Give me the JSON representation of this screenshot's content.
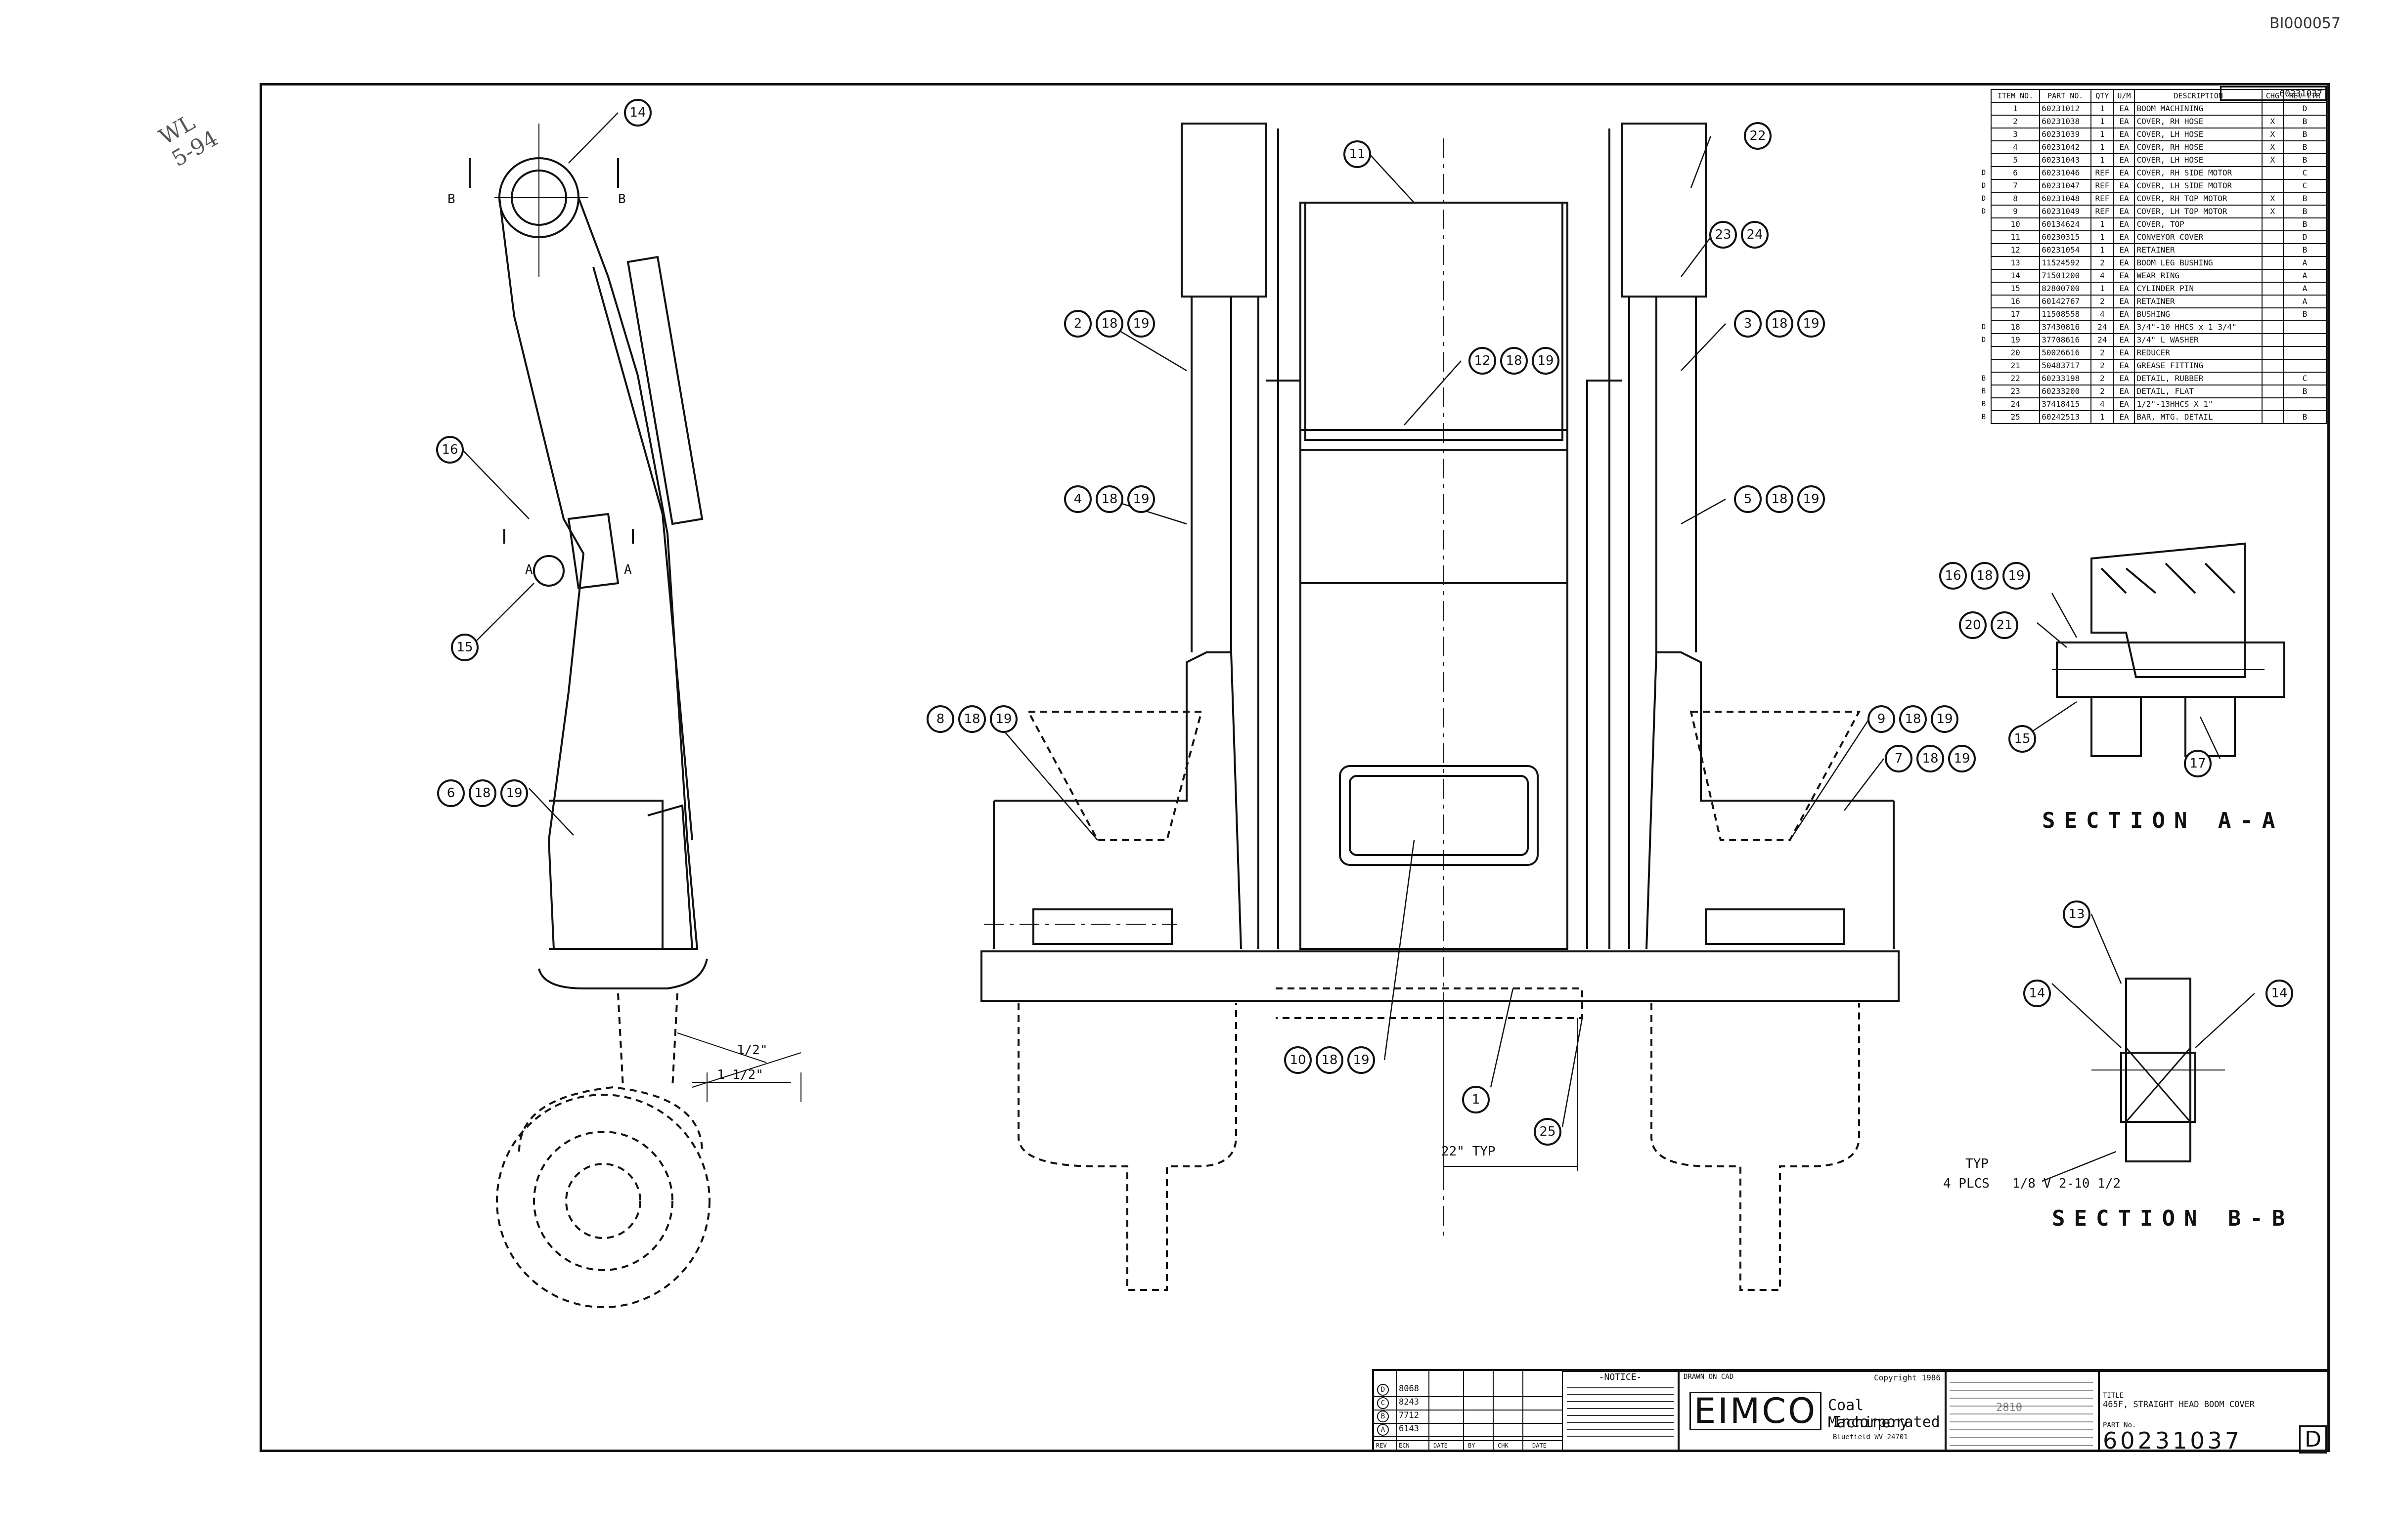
{
  "doc_id": "BI000057",
  "handwritten_note": "WL 5-94",
  "part_number": "60231037",
  "bom": {
    "headers": [
      "ITEM NO.",
      "PART NO.",
      "QTY",
      "U/M",
      "DESCRIPTION",
      "CHG",
      "REV LTR"
    ],
    "rows": [
      {
        "rev": "",
        "item": "1",
        "part": "60231012",
        "qty": "1",
        "um": "EA",
        "desc": "BOOM MACHINING",
        "chg": "",
        "ltr": "D"
      },
      {
        "rev": "",
        "item": "2",
        "part": "60231038",
        "qty": "1",
        "um": "EA",
        "desc": "COVER, RH HOSE",
        "chg": "X",
        "ltr": "B"
      },
      {
        "rev": "",
        "item": "3",
        "part": "60231039",
        "qty": "1",
        "um": "EA",
        "desc": "COVER, LH HOSE",
        "chg": "X",
        "ltr": "B"
      },
      {
        "rev": "",
        "item": "4",
        "part": "60231042",
        "qty": "1",
        "um": "EA",
        "desc": "COVER, RH HOSE",
        "chg": "X",
        "ltr": "B"
      },
      {
        "rev": "",
        "item": "5",
        "part": "60231043",
        "qty": "1",
        "um": "EA",
        "desc": "COVER, LH HOSE",
        "chg": "X",
        "ltr": "B"
      },
      {
        "rev": "D",
        "item": "6",
        "part": "60231046",
        "qty": "REF",
        "um": "EA",
        "desc": "COVER, RH SIDE MOTOR",
        "chg": "",
        "ltr": "C"
      },
      {
        "rev": "D",
        "item": "7",
        "part": "60231047",
        "qty": "REF",
        "um": "EA",
        "desc": "COVER, LH SIDE MOTOR",
        "chg": "",
        "ltr": "C"
      },
      {
        "rev": "D",
        "item": "8",
        "part": "60231048",
        "qty": "REF",
        "um": "EA",
        "desc": "COVER, RH TOP MOTOR",
        "chg": "X",
        "ltr": "B"
      },
      {
        "rev": "D",
        "item": "9",
        "part": "60231049",
        "qty": "REF",
        "um": "EA",
        "desc": "COVER, LH TOP MOTOR",
        "chg": "X",
        "ltr": "B"
      },
      {
        "rev": "",
        "item": "10",
        "part": "60134624",
        "qty": "1",
        "um": "EA",
        "desc": "COVER, TOP",
        "chg": "",
        "ltr": "B"
      },
      {
        "rev": "",
        "item": "11",
        "part": "60230315",
        "qty": "1",
        "um": "EA",
        "desc": "CONVEYOR COVER",
        "chg": "",
        "ltr": "D"
      },
      {
        "rev": "",
        "item": "12",
        "part": "60231054",
        "qty": "1",
        "um": "EA",
        "desc": "RETAINER",
        "chg": "",
        "ltr": "B"
      },
      {
        "rev": "",
        "item": "13",
        "part": "11524592",
        "qty": "2",
        "um": "EA",
        "desc": "BOOM LEG BUSHING",
        "chg": "",
        "ltr": "A"
      },
      {
        "rev": "",
        "item": "14",
        "part": "71501200",
        "qty": "4",
        "um": "EA",
        "desc": "WEAR RING",
        "chg": "",
        "ltr": "A"
      },
      {
        "rev": "",
        "item": "15",
        "part": "82800700",
        "qty": "1",
        "um": "EA",
        "desc": "CYLINDER PIN",
        "chg": "",
        "ltr": "A"
      },
      {
        "rev": "",
        "item": "16",
        "part": "60142767",
        "qty": "2",
        "um": "EA",
        "desc": "RETAINER",
        "chg": "",
        "ltr": "A"
      },
      {
        "rev": "",
        "item": "17",
        "part": "11508558",
        "qty": "4",
        "um": "EA",
        "desc": "BUSHING",
        "chg": "",
        "ltr": "B"
      },
      {
        "rev": "D",
        "item": "18",
        "part": "37430816",
        "qty": "24",
        "um": "EA",
        "desc": "3/4\"-10 HHCS x 1 3/4\"",
        "chg": "",
        "ltr": ""
      },
      {
        "rev": "D",
        "item": "19",
        "part": "37708616",
        "qty": "24",
        "um": "EA",
        "desc": "3/4\" L WASHER",
        "chg": "",
        "ltr": ""
      },
      {
        "rev": "",
        "item": "20",
        "part": "50026616",
        "qty": "2",
        "um": "EA",
        "desc": "REDUCER",
        "chg": "",
        "ltr": ""
      },
      {
        "rev": "",
        "item": "21",
        "part": "50483717",
        "qty": "2",
        "um": "EA",
        "desc": "GREASE FITTING",
        "chg": "",
        "ltr": ""
      },
      {
        "rev": "B",
        "item": "22",
        "part": "60233198",
        "qty": "2",
        "um": "EA",
        "desc": "DETAIL, RUBBER",
        "chg": "",
        "ltr": "C"
      },
      {
        "rev": "B",
        "item": "23",
        "part": "60233200",
        "qty": "2",
        "um": "EA",
        "desc": "DETAIL, FLAT",
        "chg": "",
        "ltr": "B"
      },
      {
        "rev": "B",
        "item": "24",
        "part": "37418415",
        "qty": "4",
        "um": "EA",
        "desc": "1/2\"-13HHCS X 1\"",
        "chg": "",
        "ltr": ""
      },
      {
        "rev": "B",
        "item": "25",
        "part": "60242513",
        "qty": "1",
        "um": "EA",
        "desc": "BAR, MTG. DETAIL",
        "chg": "",
        "ltr": "B"
      }
    ]
  },
  "callouts": {
    "c14": "14",
    "c16": "16",
    "c15": "15",
    "c6": "6",
    "c18": "18",
    "c19": "19",
    "c2": "2",
    "c4": "4",
    "c8": "8",
    "c10": "10",
    "c11": "11",
    "c12": "12",
    "c1": "1",
    "c25": "25",
    "c22": "22",
    "c23": "23",
    "c24": "24",
    "c3": "3",
    "c5": "5",
    "c9": "9",
    "c7": "7",
    "c20": "20",
    "c21": "21",
    "c17": "17",
    "c13": "13"
  },
  "labels": {
    "B": "B",
    "A": "A",
    "dim_22": "22\" TYP",
    "dim_half": "1/2\"",
    "dim_1half": "1 1/2\"",
    "typ": "TYP",
    "plcs": "4 PLCS",
    "weld": "1/8 V 2-10 1/2",
    "section_aa": "SECTION A-A",
    "section_bb": "SECTION B-B"
  },
  "title_block": {
    "revisions": [
      {
        "ltr": "D",
        "ecn": "8068"
      },
      {
        "ltr": "C",
        "ecn": "8243"
      },
      {
        "ltr": "B",
        "ecn": "7712"
      },
      {
        "ltr": "A",
        "ecn": "6143"
      }
    ],
    "rev_headers": [
      "REV",
      "ECN",
      "DATE",
      "BY",
      "CHK",
      "DATE"
    ],
    "notice_title": "-NOTICE-",
    "drawn_on_cad": "DRAWN ON CAD",
    "copyright": "Copyright 1986",
    "company_logo": "EIMCO",
    "company_line1": "Coal Machinery",
    "company_line2": "Incorporated",
    "company_city": "Bluefield WV 24701",
    "title_label": "TITLE",
    "title": "465F, STRAIGHT HEAD BOOM COVER",
    "part_no_label": "PART No.",
    "part_no": "60231037",
    "rev_ltr": "D",
    "job_no": "2810"
  }
}
